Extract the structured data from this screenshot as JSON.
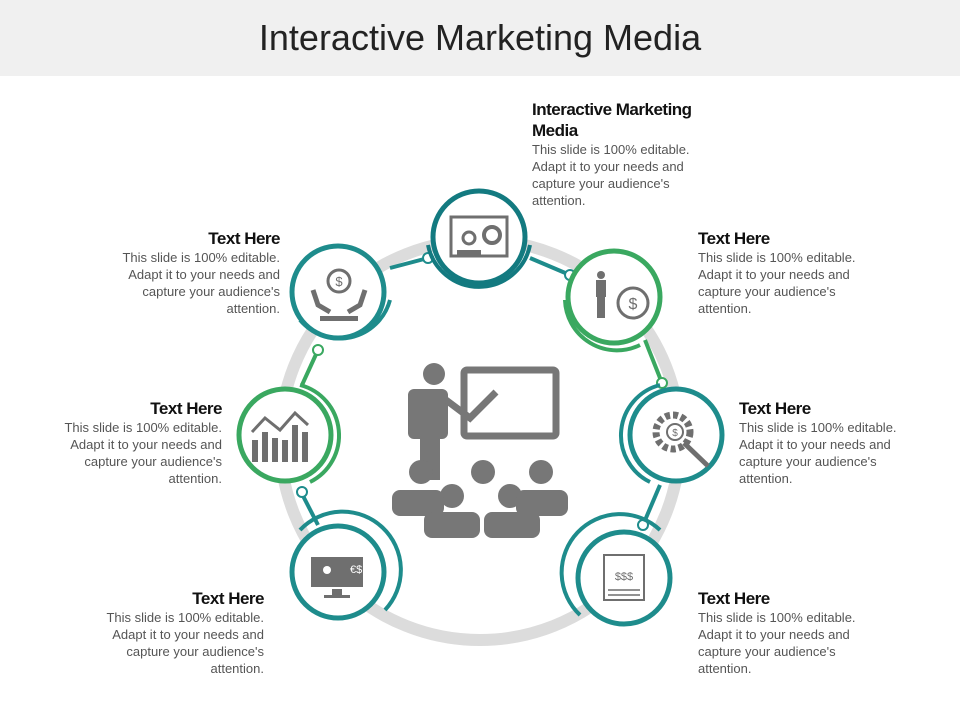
{
  "title": "Interactive Marketing Media",
  "colors": {
    "teal": "#1e8c8c",
    "teal_dark": "#137a80",
    "green": "#3aa860",
    "ring": "#dcdcdc",
    "icon": "#6f6f6f"
  },
  "items": [
    {
      "heading": "Interactive Marketing Media",
      "body": "This slide is 100% editable. Adapt it to your needs and capture your audience's attention.",
      "icon": "presentation-chart-icon"
    },
    {
      "heading": "Text Here",
      "body": "This slide is 100% editable. Adapt it to your needs and capture your audience's attention.",
      "icon": "hands-dollar-icon"
    },
    {
      "heading": "Text Here",
      "body": "This slide is 100% editable. Adapt it to your needs and capture your audience's attention.",
      "icon": "businessman-dollar-icon"
    },
    {
      "heading": "Text Here",
      "body": "This slide is 100% editable. Adapt it to your needs and capture your audience's attention.",
      "icon": "bar-chart-trend-icon"
    },
    {
      "heading": "Text Here",
      "body": "This slide is 100% editable. Adapt it to your needs and capture your audience's attention.",
      "icon": "gear-search-dollar-icon"
    },
    {
      "heading": "Text Here",
      "body": "This slide is 100% editable. Adapt it to your needs and capture your audience's attention.",
      "icon": "monitor-currency-icon"
    },
    {
      "heading": "Text Here",
      "body": "This slide is 100% editable. Adapt it to your needs and capture your audience's attention.",
      "icon": "web-page-dollar-icon"
    }
  ],
  "center_icon": "presenter-audience-icon"
}
